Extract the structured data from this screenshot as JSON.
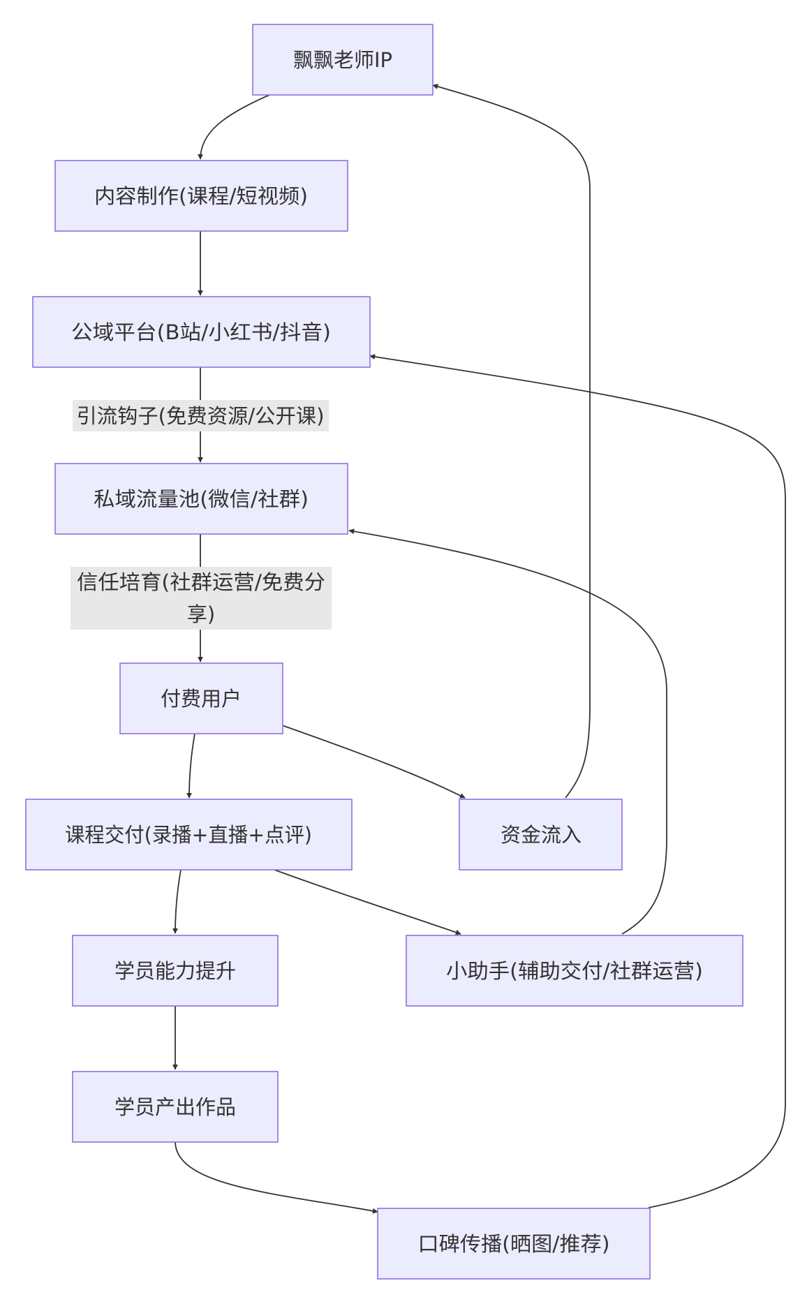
{
  "nodes": {
    "ip": "飘飘老师IP",
    "content": "内容制作(课程/短视频)",
    "public": "公域平台(B站/小红书/抖音)",
    "private": "私域流量池(微信/社群)",
    "paid": "付费用户",
    "delivery": "课程交付(录播+直播+点评)",
    "cash": "资金流入",
    "growth": "学员能力提升",
    "assistant": "小助手(辅助交付/社群运营)",
    "works": "学员产出作品",
    "wom": "口碑传播(晒图/推荐)"
  },
  "edges": {
    "public_private": "引流钩子(免费资源/公开课)",
    "private_paid_1": "信任培育(社群运营/免费分",
    "private_paid_2": "享)"
  },
  "colors": {
    "node_fill": "#ececff",
    "node_stroke": "#9370db",
    "edge": "#333333",
    "label_bg": "#e8e8e8"
  }
}
